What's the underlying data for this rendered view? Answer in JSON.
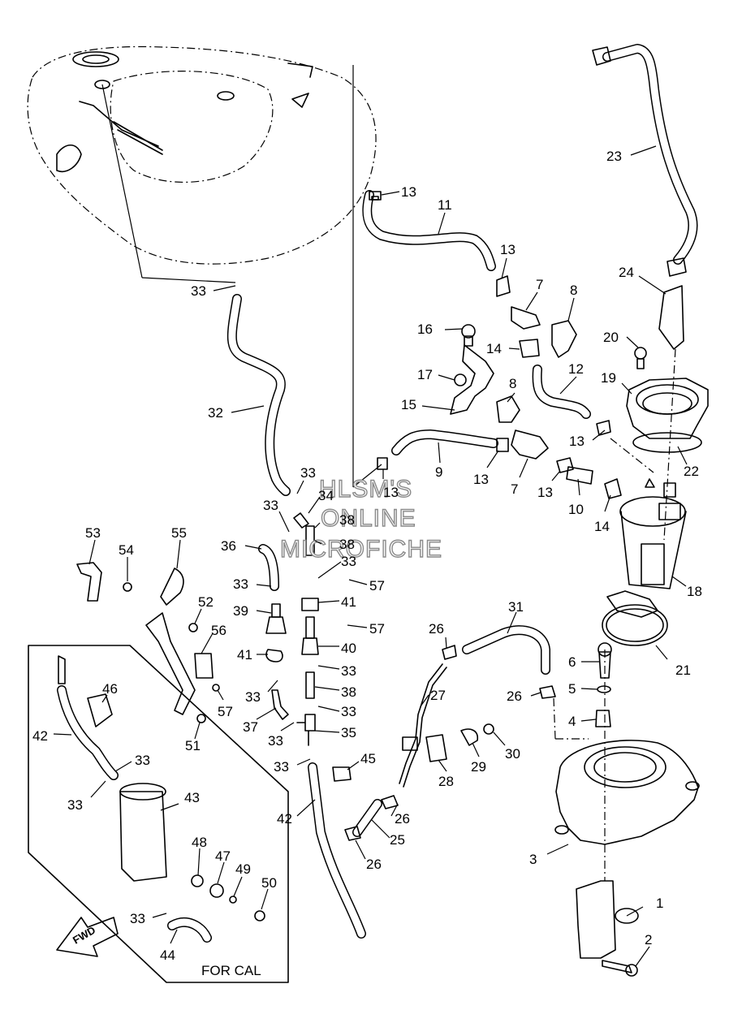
{
  "watermark": [
    "HLSM'S",
    "ONLINE",
    "MICROFICHE"
  ],
  "inset_label": "FOR CAL",
  "fwd_label": "FWD",
  "callouts": [
    {
      "id": "c1",
      "text": "1"
    },
    {
      "id": "c2",
      "text": "2"
    },
    {
      "id": "c3",
      "text": "3"
    },
    {
      "id": "c4",
      "text": "4"
    },
    {
      "id": "c5",
      "text": "5"
    },
    {
      "id": "c6",
      "text": "6"
    },
    {
      "id": "c7a",
      "text": "7"
    },
    {
      "id": "c7b",
      "text": "7"
    },
    {
      "id": "c8a",
      "text": "8"
    },
    {
      "id": "c8b",
      "text": "8"
    },
    {
      "id": "c9",
      "text": "9"
    },
    {
      "id": "c10",
      "text": "10"
    },
    {
      "id": "c11",
      "text": "11"
    },
    {
      "id": "c12",
      "text": "12"
    },
    {
      "id": "c13a",
      "text": "13"
    },
    {
      "id": "c13b",
      "text": "13"
    },
    {
      "id": "c13c",
      "text": "13"
    },
    {
      "id": "c13d",
      "text": "13"
    },
    {
      "id": "c13e",
      "text": "13"
    },
    {
      "id": "c13f",
      "text": "13"
    },
    {
      "id": "c14a",
      "text": "14"
    },
    {
      "id": "c14b",
      "text": "14"
    },
    {
      "id": "c15",
      "text": "15"
    },
    {
      "id": "c16",
      "text": "16"
    },
    {
      "id": "c17",
      "text": "17"
    },
    {
      "id": "c18",
      "text": "18"
    },
    {
      "id": "c19",
      "text": "19"
    },
    {
      "id": "c20",
      "text": "20"
    },
    {
      "id": "c21",
      "text": "21"
    },
    {
      "id": "c22",
      "text": "22"
    },
    {
      "id": "c23",
      "text": "23"
    },
    {
      "id": "c24",
      "text": "24"
    },
    {
      "id": "c25",
      "text": "25"
    },
    {
      "id": "c26a",
      "text": "26"
    },
    {
      "id": "c26b",
      "text": "26"
    },
    {
      "id": "c26c",
      "text": "26"
    },
    {
      "id": "c26d",
      "text": "26"
    },
    {
      "id": "c27",
      "text": "27"
    },
    {
      "id": "c28",
      "text": "28"
    },
    {
      "id": "c29",
      "text": "29"
    },
    {
      "id": "c30",
      "text": "30"
    },
    {
      "id": "c31",
      "text": "31"
    },
    {
      "id": "c32",
      "text": "32"
    },
    {
      "id": "c33a",
      "text": "33"
    },
    {
      "id": "c33b",
      "text": "33"
    },
    {
      "id": "c33c",
      "text": "33"
    },
    {
      "id": "c33d",
      "text": "33"
    },
    {
      "id": "c33e",
      "text": "33"
    },
    {
      "id": "c33f",
      "text": "33"
    },
    {
      "id": "c33g",
      "text": "33"
    },
    {
      "id": "c33h",
      "text": "33"
    },
    {
      "id": "c33i",
      "text": "33"
    },
    {
      "id": "c33j",
      "text": "33"
    },
    {
      "id": "c33k",
      "text": "33"
    },
    {
      "id": "c33l",
      "text": "33"
    },
    {
      "id": "c33m",
      "text": "33"
    },
    {
      "id": "c34",
      "text": "34"
    },
    {
      "id": "c35",
      "text": "35"
    },
    {
      "id": "c36",
      "text": "36"
    },
    {
      "id": "c37",
      "text": "37"
    },
    {
      "id": "c38a",
      "text": "38"
    },
    {
      "id": "c38b",
      "text": "38"
    },
    {
      "id": "c38c",
      "text": "38"
    },
    {
      "id": "c39",
      "text": "39"
    },
    {
      "id": "c40",
      "text": "40"
    },
    {
      "id": "c41a",
      "text": "41"
    },
    {
      "id": "c41b",
      "text": "41"
    },
    {
      "id": "c42a",
      "text": "42"
    },
    {
      "id": "c42b",
      "text": "42"
    },
    {
      "id": "c43",
      "text": "43"
    },
    {
      "id": "c44",
      "text": "44"
    },
    {
      "id": "c45",
      "text": "45"
    },
    {
      "id": "c46",
      "text": "46"
    },
    {
      "id": "c47",
      "text": "47"
    },
    {
      "id": "c48",
      "text": "48"
    },
    {
      "id": "c49",
      "text": "49"
    },
    {
      "id": "c50",
      "text": "50"
    },
    {
      "id": "c51",
      "text": "51"
    },
    {
      "id": "c52",
      "text": "52"
    },
    {
      "id": "c53",
      "text": "53"
    },
    {
      "id": "c54",
      "text": "54"
    },
    {
      "id": "c55",
      "text": "55"
    },
    {
      "id": "c56",
      "text": "56"
    },
    {
      "id": "c57a",
      "text": "57"
    },
    {
      "id": "c57b",
      "text": "57"
    },
    {
      "id": "c57c",
      "text": "57"
    }
  ]
}
